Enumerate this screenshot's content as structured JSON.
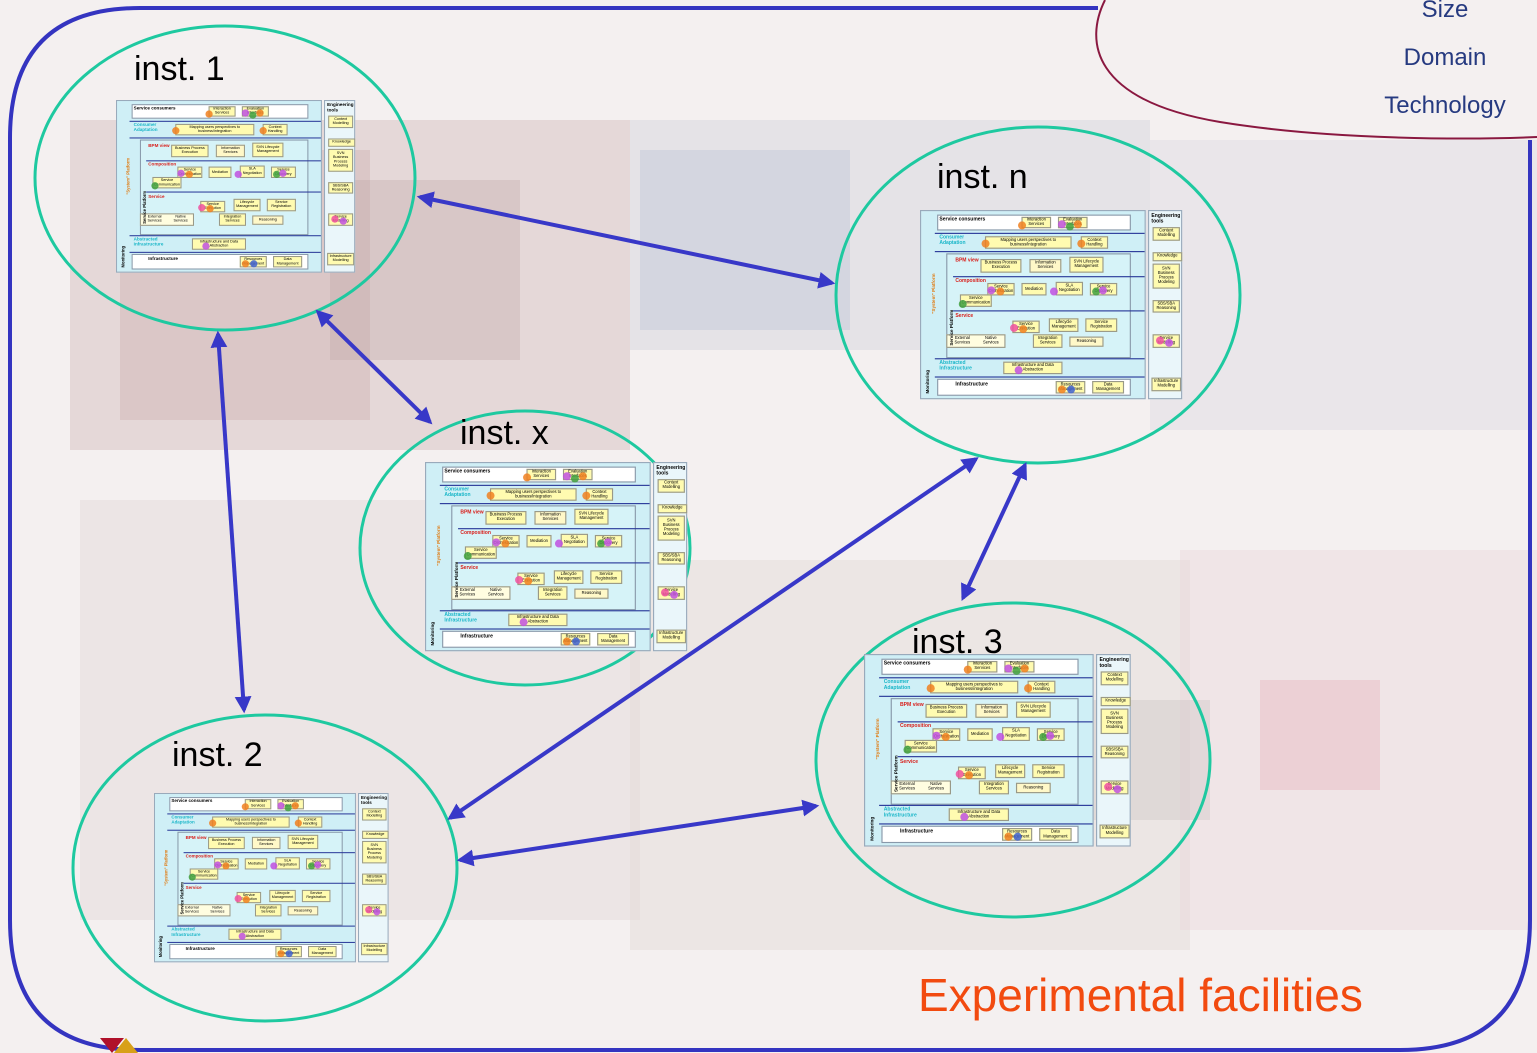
{
  "instances": [
    {
      "key": "inst1",
      "label": "inst. 1"
    },
    {
      "key": "instn",
      "label": "inst. n"
    },
    {
      "key": "instx",
      "label": "inst. x"
    },
    {
      "key": "inst3",
      "label": "inst. 3"
    },
    {
      "key": "inst2",
      "label": "inst. 2"
    }
  ],
  "legend": [
    "Size",
    "Domain",
    "Technology"
  ],
  "footer_title": "Experimental facilities",
  "arch": {
    "service_consumers": "Service consumers",
    "interaction_services": "Interaction Services",
    "evaluation_interfaces": "Evaluation Interfaces",
    "consumer_adaptation": "Consumer Adaptation",
    "mapping": "Mapping users perspectives to business/integration",
    "context_handling": "Context Handling",
    "bpm_view": "BPM view",
    "business_process_execution": "Business Process Execution",
    "information_services": "Information Services",
    "svn_lifecycle": "SVN Lifecycle Management",
    "composition": "Composition",
    "service_orchestration": "Service Orchestration",
    "mediation": "Mediation",
    "sla_negotiation": "SLA Negotiation",
    "service_discovery": "Service Discovery",
    "service_communication": "Service Communication",
    "service": "Service",
    "service_execution": "Service Execution",
    "lifecycle_management": "Lifecycle Management",
    "service_registration": "Service Registration",
    "external_services": "External Services",
    "native_services": "Native Services",
    "integration_services": "Integration Services",
    "reasoning": "Reasoning",
    "abstracted_infrastructure": "Abstracted Infrastructure",
    "infra_data_abstraction": "Infrastructure and Data Abstraction",
    "infrastructure": "Infrastructure",
    "resources_management": "Resources Management",
    "data_management": "Data Management",
    "monitoring": "Monitoring",
    "service_platform": "Service Platform",
    "system_platform": "\"System\" Platform",
    "engineering_tools": "Engineering tools",
    "context_modelling": "Context Modelling",
    "knowledge": "Knowledge",
    "svn_bp_modeling": "SVN Business Process Modeling",
    "sbs_sba_reasoning": "SBS/SBA Reasoning",
    "service_modelling": "Service Modelling",
    "infrastructure_modelling": "Infrastructure Modelling"
  },
  "colors": {
    "frame": "#3434c0",
    "ellipse": "#1ec9a0",
    "arrow": "#3838c8",
    "legend_ellipse": "#8a1840",
    "legend_text": "#263a80",
    "footer": "#f24a0f"
  }
}
